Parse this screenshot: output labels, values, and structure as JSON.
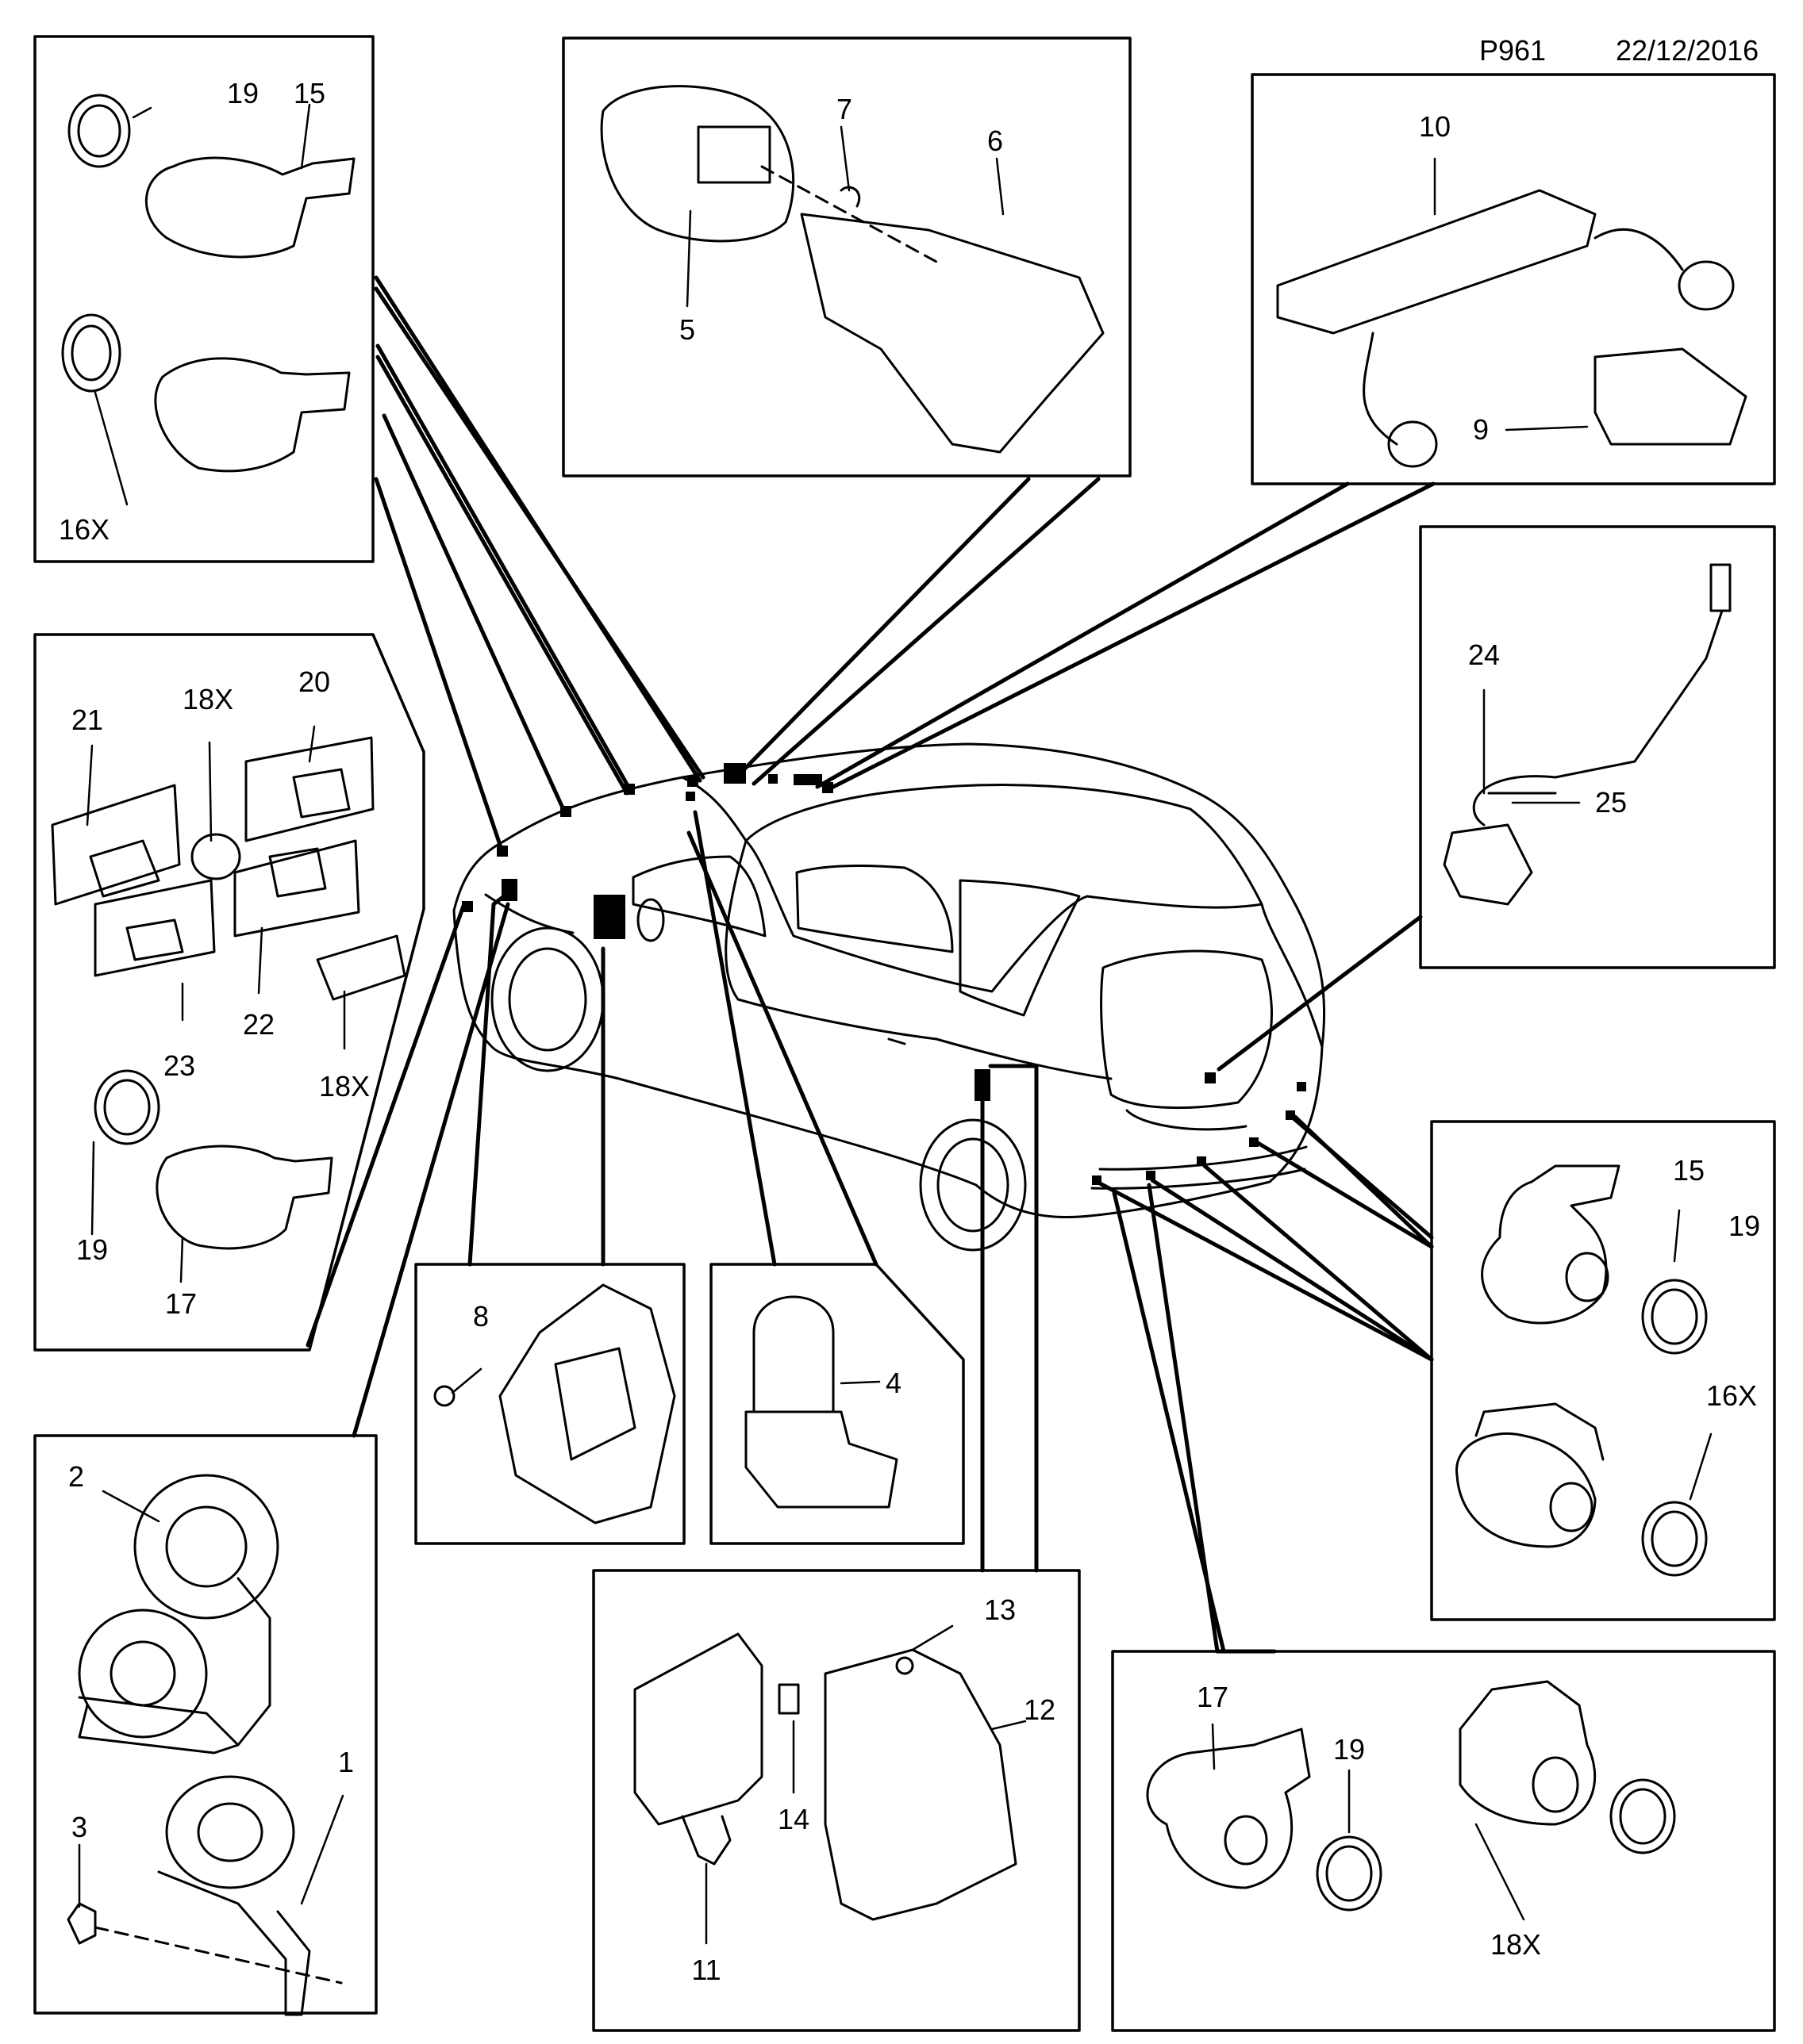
{
  "header": {
    "code": "P961",
    "date": "22/12/2016"
  },
  "panels": {
    "front_sensors": {
      "labels": [
        "19",
        "15",
        "16X"
      ]
    },
    "camera_bracket": {
      "labels": [
        "7",
        "6",
        "5"
      ]
    },
    "antenna_module": {
      "labels": [
        "10",
        "9"
      ]
    },
    "rear_camera": {
      "labels": [
        "24",
        "25"
      ]
    },
    "front_brackets": {
      "labels": [
        "21",
        "18X",
        "20",
        "23",
        "22",
        "18X",
        "19",
        "17"
      ]
    },
    "module_bracket": {
      "labels": [
        "8"
      ]
    },
    "bulb": {
      "labels": [
        "4"
      ]
    },
    "rear_sensors_right": {
      "labels": [
        "15",
        "19",
        "16X"
      ]
    },
    "horns": {
      "labels": [
        "2",
        "3",
        "1"
      ]
    },
    "control_module": {
      "labels": [
        "13",
        "12",
        "14",
        "11"
      ]
    },
    "rear_sensors_bottom": {
      "labels": [
        "17",
        "19",
        "18X"
      ]
    }
  }
}
